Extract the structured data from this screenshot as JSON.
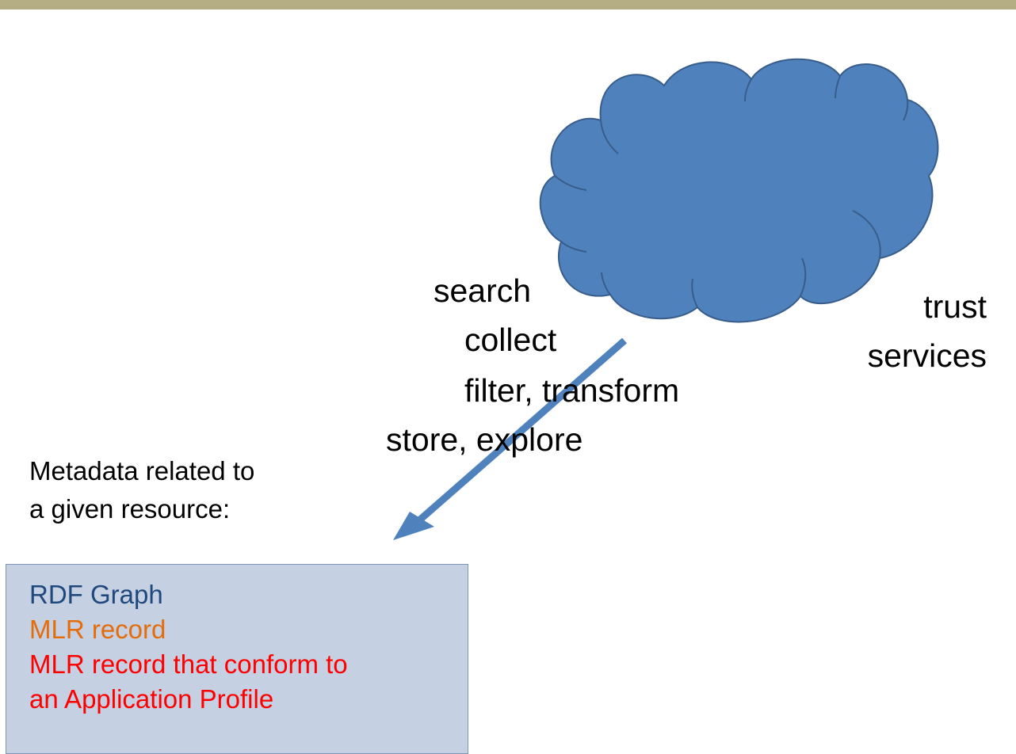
{
  "colors": {
    "top_bar": "#b5ae84",
    "cloud_fill": "#4f81bd",
    "cloud_stroke": "#385d8a",
    "arrow": "#4f81bd",
    "box_fill": "#c5d0e3",
    "box_border": "#8296b8",
    "rdf": "#1f497d",
    "mlr": "#e46c0a",
    "profile": "#ff0000"
  },
  "actions": {
    "search": "search",
    "collect": "collect",
    "filter": "filter, transform",
    "store": "store, explore"
  },
  "trust": {
    "line1": "trust",
    "line2": "services"
  },
  "caption": {
    "line1": "Metadata related to",
    "line2": "a given resource:"
  },
  "record_box": {
    "rdf": "RDF Graph",
    "mlr": "MLR record",
    "profile_line1": "MLR record that conform to",
    "profile_line2": "an Application Profile"
  }
}
